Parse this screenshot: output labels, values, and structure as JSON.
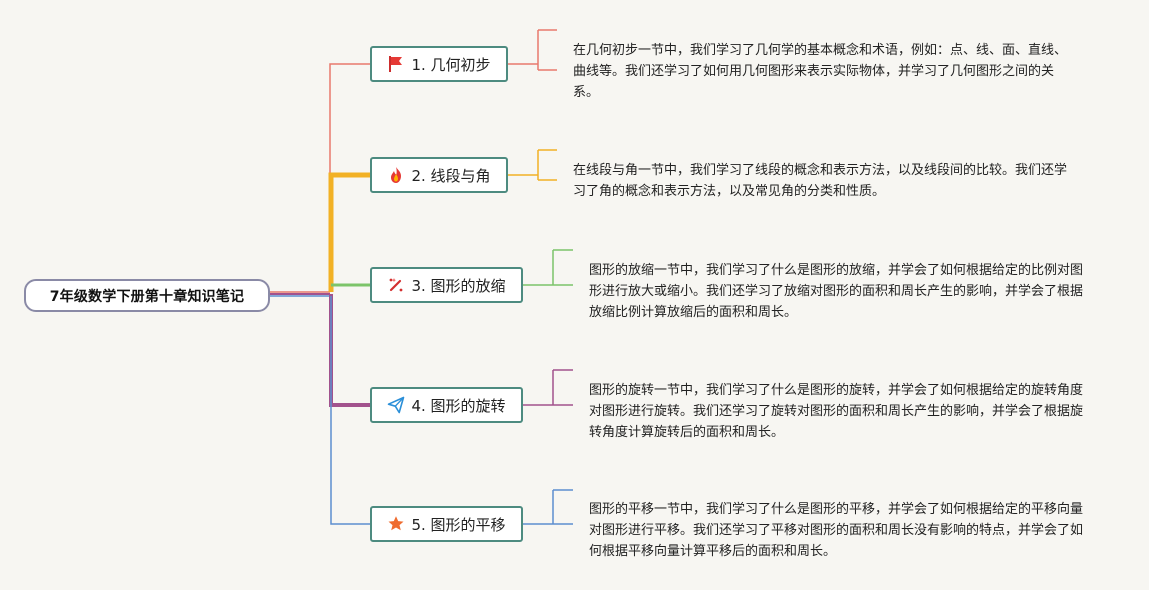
{
  "root": {
    "title": "7年级数学下册第十章知识笔记"
  },
  "branches": [
    {
      "label": "1. 几何初步",
      "icon": "red-flag-icon",
      "color": "#e9786c",
      "note": "在几何初步一节中，我们学习了几何学的基本概念和术语，例如：点、线、面、直线、曲线等。我们还学习了如何用几何图形来表示实际物体，并学习了几何图形之间的关系。"
    },
    {
      "label": "2. 线段与角",
      "icon": "fire-icon",
      "color": "#f2b125",
      "note": "在线段与角一节中，我们学习了线段的概念和表示方法，以及线段间的比较。我们还学习了角的概念和表示方法，以及常见角的分类和性质。"
    },
    {
      "label": "3. 图形的放缩",
      "icon": "magic-wand-icon",
      "color": "#7cc46a",
      "note": "图形的放缩一节中，我们学习了什么是图形的放缩，并学会了如何根据给定的比例对图形进行放大或缩小。我们还学习了放缩对图形的面积和周长产生的影响，并学会了根据放缩比例计算放缩后的面积和周长。"
    },
    {
      "label": "4. 图形的旋转",
      "icon": "paper-plane-icon",
      "color": "#a2528d",
      "note": "图形的旋转一节中，我们学习了什么是图形的旋转，并学会了如何根据给定的旋转角度对图形进行旋转。我们还学习了旋转对图形的面积和周长产生的影响，并学会了根据旋转角度计算旋转后的面积和周长。"
    },
    {
      "label": "5. 图形的平移",
      "icon": "star-icon",
      "color": "#5d8ed0",
      "note": "图形的平移一节中，我们学习了什么是图形的平移，并学会了如何根据给定的平移向量对图形进行平移。我们还学习了平移对图形的面积和周长没有影响的特点，并学会了如何根据平移向量计算平移后的面积和周长。"
    }
  ]
}
